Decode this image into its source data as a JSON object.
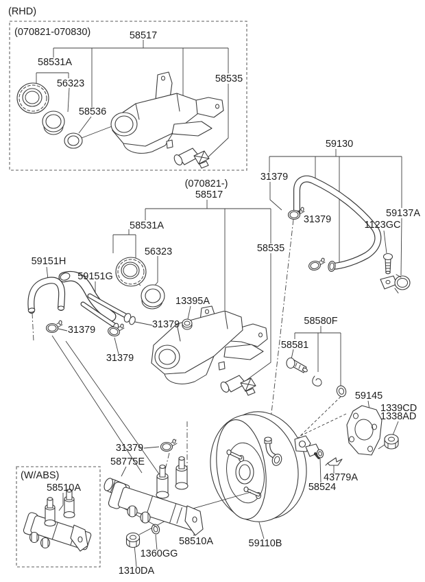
{
  "labels": {
    "rhd": "(RHD)",
    "range_early": "(070821-070830)",
    "p58517_early": "58517",
    "p58531a_early": "58531A",
    "p56323_early": "56323",
    "p58536": "58536",
    "p58535_early": "58535",
    "range_late": "(070821-)",
    "p58517_late": "58517",
    "p58531a_late": "58531A",
    "p56323_late": "56323",
    "p58535_late": "58535",
    "p59151h": "59151H",
    "p59151g": "59151G",
    "p31379_hose_left": "31379",
    "p31379_hose_right": "31379",
    "p31379_hose_bottom": "31379",
    "p13395a": "13395A",
    "p59130": "59130",
    "p31379_vac_top": "31379",
    "p31379_vac_mid": "31379",
    "p59137a": "59137A",
    "p1123gc": "1123GC",
    "p58580f": "58580F",
    "p58581": "58581",
    "p59145": "59145",
    "p1339cd": "1339CD",
    "p1338ad": "1338AD",
    "p43779a": "43779A",
    "p58524": "58524",
    "p59110b": "59110B",
    "wabs": "(W/ABS)",
    "p58510a_abs": "58510A",
    "p31379_mc": "31379",
    "p58775e": "58775E",
    "p58510a": "58510A",
    "p1360gg": "1360GG",
    "p1310da": "1310DA"
  }
}
